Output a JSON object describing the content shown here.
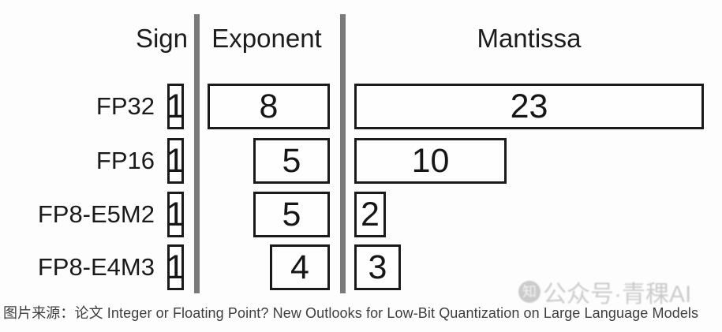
{
  "headers": {
    "sign": "Sign",
    "exponent": "Exponent",
    "mantissa": "Mantissa"
  },
  "rows": [
    {
      "label": "FP32",
      "sign": "1",
      "exponent": "8",
      "mantissa": "23"
    },
    {
      "label": "FP16",
      "sign": "1",
      "exponent": "5",
      "mantissa": "10"
    },
    {
      "label": "FP8-E5M2",
      "sign": "1",
      "exponent": "5",
      "mantissa": "2"
    },
    {
      "label": "FP8-E4M3",
      "sign": "1",
      "exponent": "4",
      "mantissa": "3"
    }
  ],
  "caption": "图片来源：论文 Integer or Floating Point? New Outlooks for Low-Bit Quantization on Large Language Models",
  "watermark": {
    "logo_text": "知",
    "text": "公众号·青稞AI"
  },
  "colors": {
    "background": "#fdfdfd",
    "box_border": "#1a1a1a",
    "divider": "#7a7a7a",
    "caption_text": "#3e3e3e"
  }
}
